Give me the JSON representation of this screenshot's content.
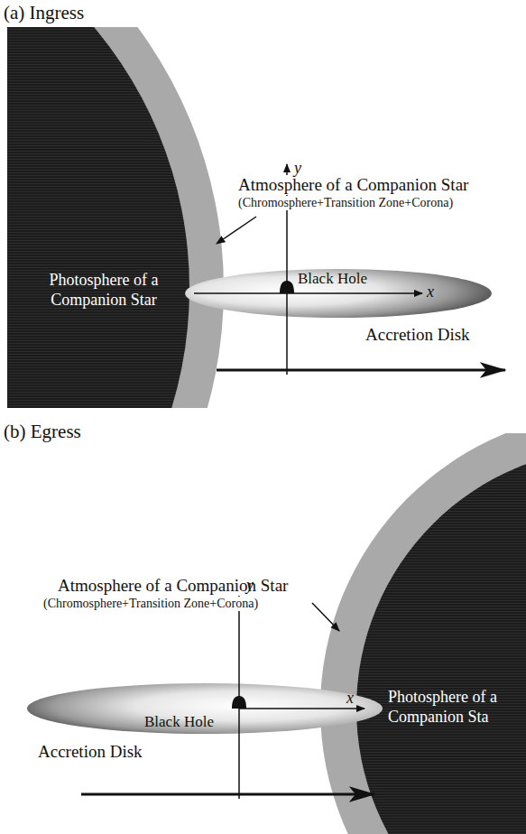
{
  "diagram": {
    "nodes": [
      {
        "text": [
          "Photosphere of a Companion Star"
        ]
      },
      {
        "text": [
          "Photosphere of a Companion Sta"
        ]
      }
    ],
    "labels": [
      "(a) Ingress",
      "Atmosphere of a Companion Star",
      "(Chromosphere+Transition Zone+Corona)",
      "y",
      "x",
      "Black Hole",
      "Accretion Disk",
      "(b) Egress",
      "Atmosphere of a Companion Star",
      "(Chromosphere+Transition Zone+Corona)",
      "y",
      "Black Hole",
      "x",
      "Accretion Disk"
    ]
  }
}
